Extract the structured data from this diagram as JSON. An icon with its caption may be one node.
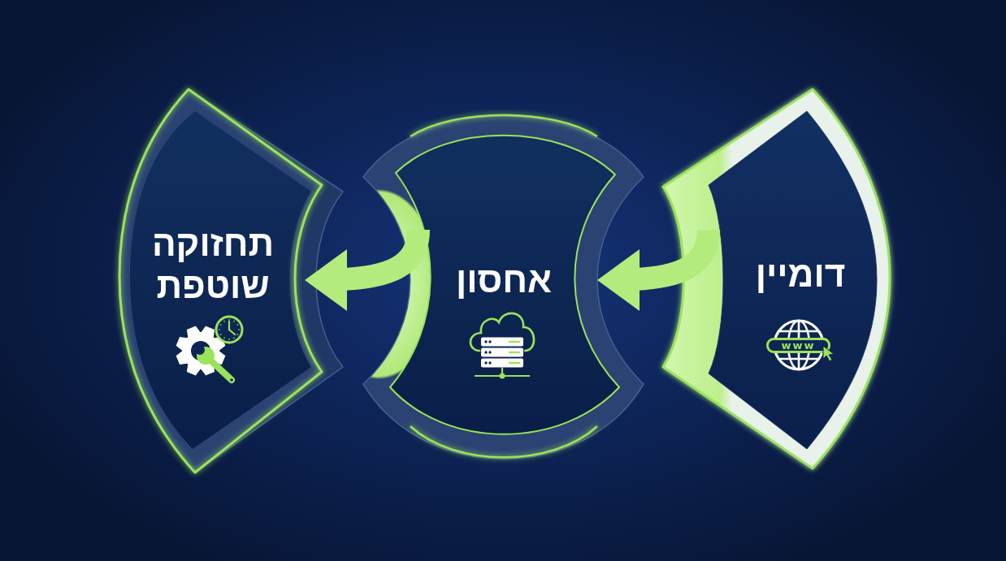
{
  "diagram": {
    "nodes": [
      {
        "text": [
          "דומיין"
        ]
      },
      {
        "text": [
          "אחסון"
        ]
      },
      {
        "text": [
          "תחזוקה שוטפת"
        ]
      }
    ],
    "edges": [
      {
        "from": 0,
        "to": 1,
        "arrow": "to"
      },
      {
        "from": 1,
        "to": 2,
        "arrow": "to"
      }
    ],
    "labels": [
      "www"
    ]
  }
}
